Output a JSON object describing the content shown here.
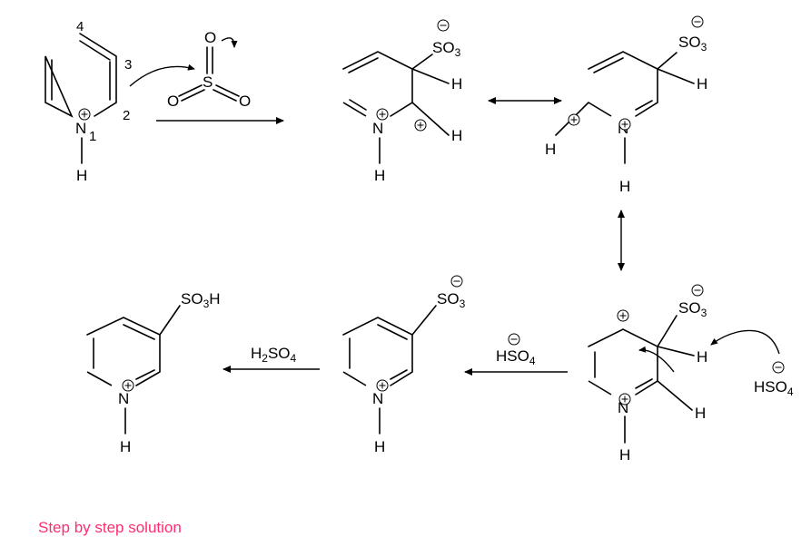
{
  "labels": {
    "n": "N",
    "h": "H",
    "s": "S",
    "o": "O",
    "so3": "SO",
    "so3h": "SO",
    "so3h_h": "H",
    "sub3": "3",
    "sub2": "2",
    "sub4": "4",
    "hso4": "HSO",
    "h2so4_h": "H",
    "h2so4_so": "SO",
    "plus": "+",
    "minus": "−"
  },
  "numbering": [
    "4",
    "3",
    "2",
    "1"
  ],
  "caption": "Step by step solution",
  "colors": {
    "caption": "#ff2d6f",
    "ink": "#000000"
  },
  "icons": {
    "positive_charge": "circled-plus-icon",
    "negative_charge": "circled-minus-icon"
  }
}
